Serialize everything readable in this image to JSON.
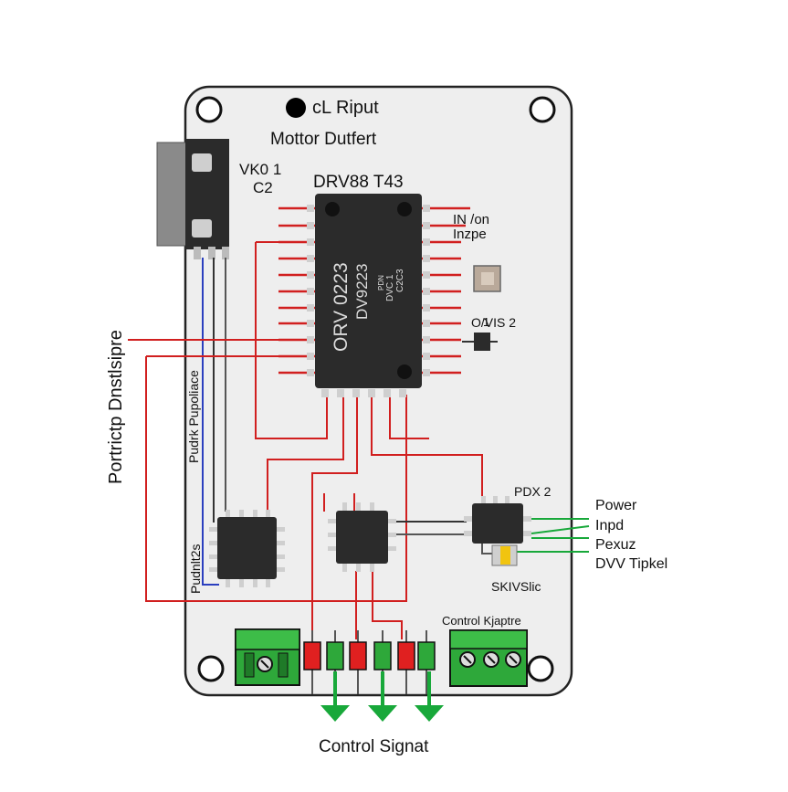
{
  "colors": {
    "board_fill": "#eeeeee",
    "board_stroke": "#222222",
    "chip_fill": "#2b2b2b",
    "pin_fill": "#cfcfcf",
    "trace_red": "#d11f1f",
    "trace_blue": "#2b3fbf",
    "trace_green": "#18a83a",
    "terminal_green": "#2ea83a",
    "connector_gray": "#8a8a8a",
    "resistor_red": "#e02020",
    "led_yellow": "#f1c40f"
  },
  "board": {
    "top_label": "cL Riput",
    "subtitle": "Mottor Dutfert",
    "connector_label_1": "VK0 1",
    "connector_label_2": "C2"
  },
  "main_chip": {
    "part_number": "DRV88 T43",
    "marking_1": "ORV 0223",
    "marking_2": "DV9223",
    "marking_3": "PDN",
    "marking_4": "DVC 1",
    "marking_5": "C2C3",
    "io_label_1": "IN /on",
    "io_label_2": "Inzpe"
  },
  "small_parts": {
    "right_label": "O/VIS 2",
    "right_label_2": "1",
    "driver_label": "PDX 2",
    "led_label": "SKIVSlic"
  },
  "left_labels": {
    "outer": "Portrictp  Dnstlsipre",
    "inner_1": "Pudrk Pupoliace",
    "inner_2": "Pudnlt2s"
  },
  "right_outputs": [
    "Power",
    "Inpd",
    "Pexuz",
    "DVV Tipkel"
  ],
  "terminal_label": "Control Kjaptre",
  "bottom_label": "Control Signat"
}
